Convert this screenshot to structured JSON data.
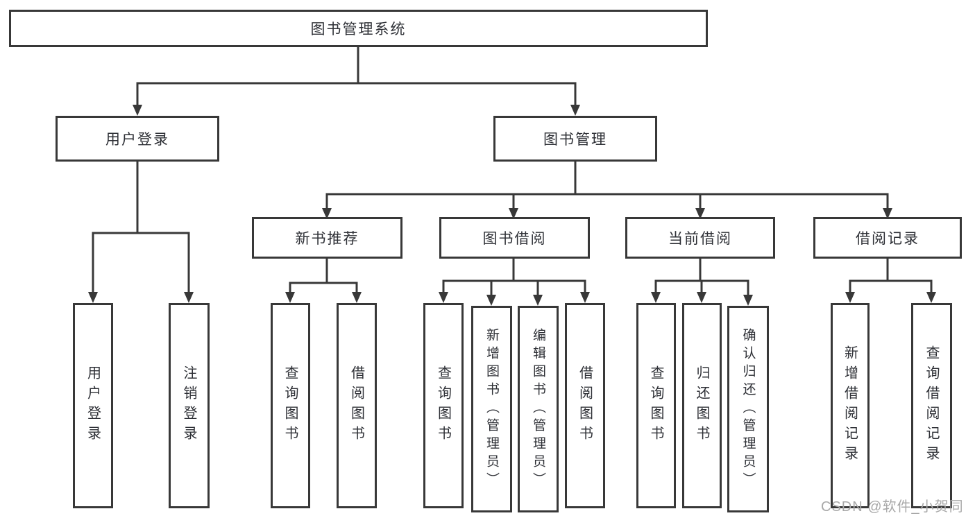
{
  "nodes": {
    "root": "图书管理系统",
    "user_login": "用户登录",
    "book_mgmt": "图书管理",
    "new_book_rec": "新书推荐",
    "book_borrow": "图书借阅",
    "current_borrow": "当前借阅",
    "borrow_record": "借阅记录",
    "leaf_user_login": "用户登录",
    "leaf_logout": "注销登录",
    "rec_query_book": "查询图书",
    "rec_borrow_book": "借阅图书",
    "bb_query_book": "查询图书",
    "bb_add_book": "新增图书（管理员）",
    "bb_edit_book": "编辑图书（管理员）",
    "bb_borrow_book": "借阅图书",
    "cb_query_book": "查询图书",
    "cb_return_book": "归还图书",
    "cb_confirm_return": "确认归还（管理员）",
    "br_add_record": "新增借阅记录",
    "br_query_record": "查询借阅记录"
  },
  "watermark": {
    "text": "CSDN @软件_小贺同学"
  },
  "colors": {
    "line": "#383838",
    "text": "#2e3036",
    "watermark": "#a8a8a8",
    "background": "#ffffff"
  }
}
